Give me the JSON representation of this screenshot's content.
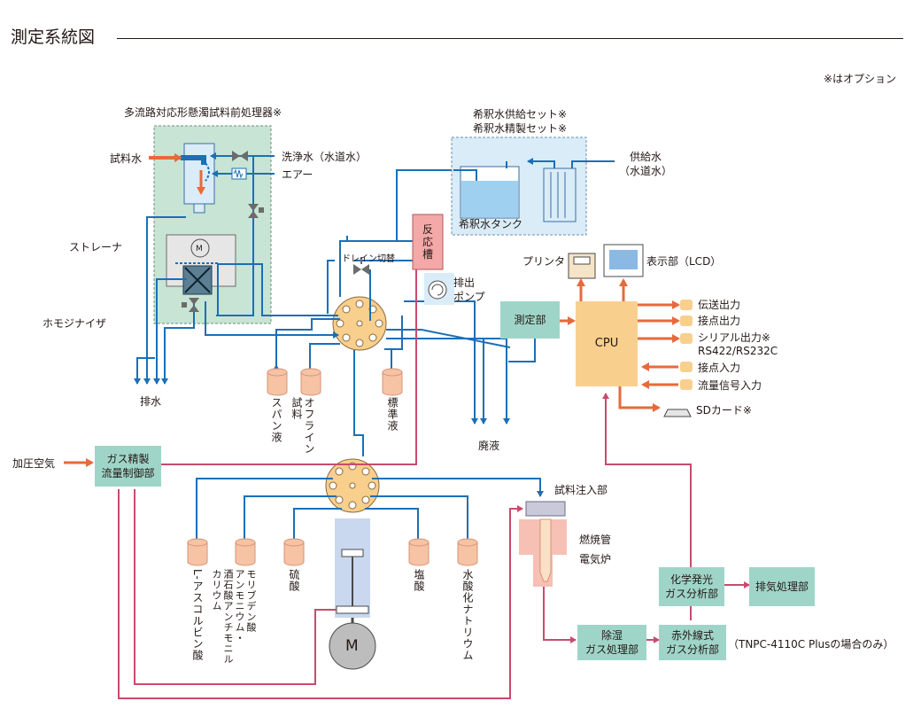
{
  "title": "測定系統図",
  "option_note": "※はオプション",
  "pretreatment": {
    "title": "多流路対応形懸濁試料前処理器※",
    "sample_water": "試料水",
    "wash_water": "洗浄水（水道水）",
    "air": "エアー",
    "strainer": "ストレーナ",
    "homogenizer": "ホモジナイザ",
    "motor_symbol": "M"
  },
  "dilution": {
    "title_1": "希釈水供給セット※",
    "title_2": "希釈水精製セット※",
    "tank": "希釈水タンク",
    "supply_water": "供給水\n（水道水）"
  },
  "drain_label": "排水",
  "drain_switch": "ドレイン切替",
  "reaction_tank": "反\n応\n槽",
  "drain_pump": "排出\nポンプ",
  "measure_unit": "測定部",
  "printer": "プリンタ",
  "display": "表示部（LCD）",
  "cpu": "CPU",
  "cpu_outputs": [
    "伝送出力",
    "接点出力",
    "シリアル出力※\nRS422/RS232C"
  ],
  "cpu_inputs": [
    "接点入力",
    "流量信号入力"
  ],
  "sd_card": "SDカード※",
  "upper_reagents": [
    "スパン液",
    "オフライン\n試料",
    "標準液"
  ],
  "waste_liquid": "廃液",
  "pressurized_air": "加圧空気",
  "gas_control": "ガス精製\n流量制御部",
  "lower_reagents": [
    "L-アスコルビン酸",
    "モリブデン酸\nアンモニウム・\n酒石酸アンチモニル\nカリウム",
    "硫酸",
    "塩酸",
    "水酸化ナトリウム"
  ],
  "pump_motor": "M",
  "injection": "試料注入部",
  "combustion_tube": "燃焼管",
  "electric_furnace": "電気炉",
  "chemi_analyzer": "化学発光\nガス分析部",
  "exhaust_unit": "排気処理部",
  "dehumid_unit": "除湿\nガス処理部",
  "ir_analyzer": "赤外線式\nガス分析部",
  "ir_note": "（TNPC-4110C Plusの場合のみ）",
  "colors": {
    "water_line": "#1b6fb7",
    "gas_line": "#c94b6d",
    "orange": "#e66a3c",
    "teal": "#9fd5c8",
    "cpu": "#f9cf8e",
    "reagent": "#f6c3a5",
    "green_bg": "#c8e4d4",
    "blue_bg": "#d9ecf7"
  }
}
